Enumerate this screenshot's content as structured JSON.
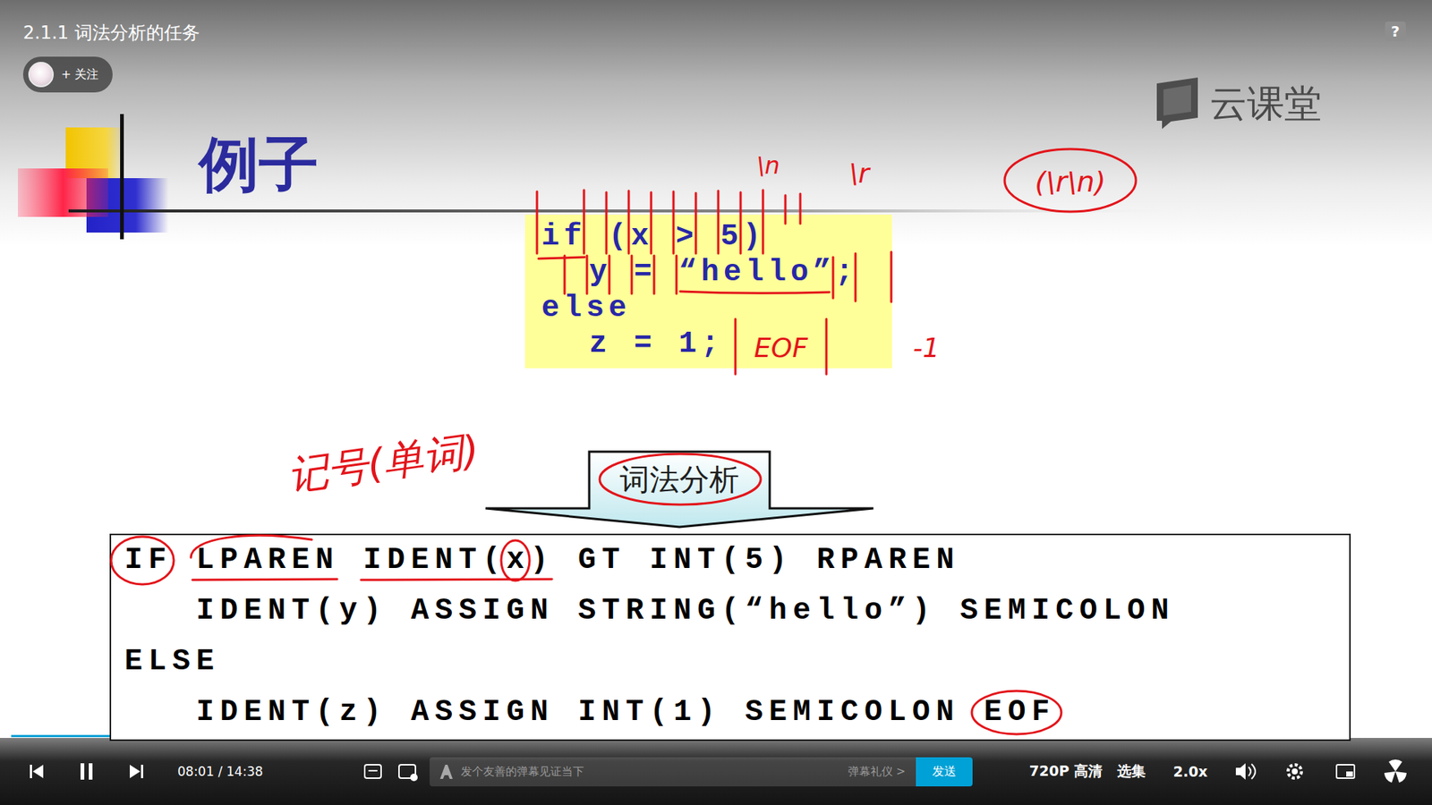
{
  "diagram": {
    "title": "2.1.1 词法分析的任务",
    "nodes": [
      {
        "text": [
          "+ 关注"
        ]
      },
      {
        "text": [
          "if (x > 5)",
          "y = “hello”;",
          "else",
          "z = 1;"
        ]
      },
      {
        "text": [
          "词法分析"
        ]
      },
      {
        "text": [
          "IF LPAREN IDENT(x) GT INT(5) RPAREN",
          "IDENT(y) ASSIGN STRING(“hello”) SEMICOLON",
          "ELSE",
          "IDENT(z) ASSIGN INT(1) SEMICOLON EOF"
        ]
      },
      {
        "text": [
          "发个友善的弹幕见证当下",
          "弹幕礼仪 >"
        ]
      },
      {
        "text": [
          "发送"
        ]
      }
    ],
    "labels": [
      "例子",
      "云课堂",
      "?",
      "\\n",
      "\\r",
      "(\\r\\n)",
      "EOF",
      "-1",
      "记号(单词)",
      "08:01 / 14:38",
      "720P 高清",
      "选集",
      "2.0x"
    ]
  }
}
